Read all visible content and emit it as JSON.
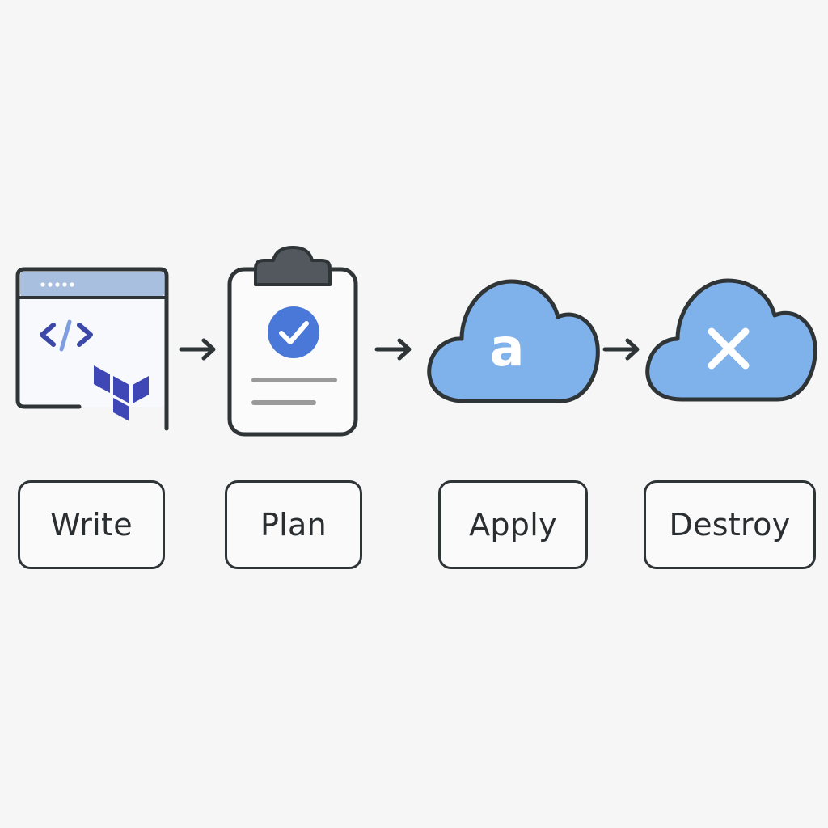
{
  "steps": [
    {
      "id": "write",
      "label": "Write",
      "icon": "code-editor-window-icon"
    },
    {
      "id": "plan",
      "label": "Plan",
      "icon": "clipboard-check-icon"
    },
    {
      "id": "apply",
      "label": "Apply",
      "icon": "cloud-apply-icon"
    },
    {
      "id": "destroy",
      "label": "Destroy",
      "icon": "cloud-destroy-icon"
    }
  ],
  "glyphs": {
    "code": "</>",
    "apply_letter": "a"
  },
  "colors": {
    "background": "#f6f6f6",
    "outline": "#2f3437",
    "cloud_fill": "#7fb1ea",
    "window_bar": "#a9bfdf",
    "code_blue": "#3b48a8",
    "logo_indigo": "#3f46b5",
    "check_blue": "#4a78d8",
    "clip_gray": "#52585d",
    "plan_lines": "#9a9a9a"
  }
}
